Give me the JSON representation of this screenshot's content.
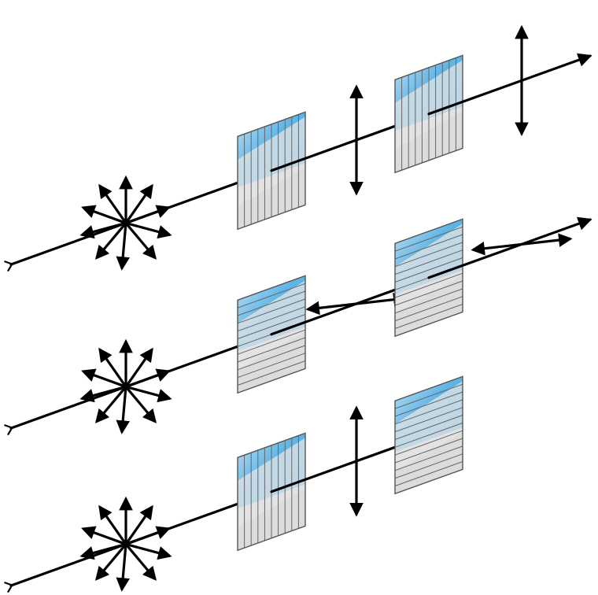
{
  "title": "",
  "colors": {
    "filter_glass": "#dcdcdc",
    "filter_tint": "#4aaee8",
    "filter_tint_light": "#bfe3f7",
    "beam": "#000000"
  },
  "rows": [
    {
      "id": "row-1",
      "polarizers": [
        {
          "id": "polarizer-1",
          "orientation": "vertical"
        },
        {
          "id": "analyzer-1",
          "orientation": "vertical"
        }
      ],
      "polarization_after_first": "vertical",
      "polarization_after_second": "vertical",
      "light_transmitted": true
    },
    {
      "id": "row-2",
      "polarizers": [
        {
          "id": "polarizer-2",
          "orientation": "horizontal"
        },
        {
          "id": "analyzer-2",
          "orientation": "horizontal"
        }
      ],
      "polarization_after_first": "horizontal",
      "polarization_after_second": "horizontal",
      "light_transmitted": true
    },
    {
      "id": "row-3",
      "polarizers": [
        {
          "id": "polarizer-3",
          "orientation": "vertical"
        },
        {
          "id": "analyzer-3",
          "orientation": "horizontal"
        }
      ],
      "polarization_after_first": "vertical",
      "polarization_after_second": "none",
      "light_transmitted": false
    }
  ]
}
